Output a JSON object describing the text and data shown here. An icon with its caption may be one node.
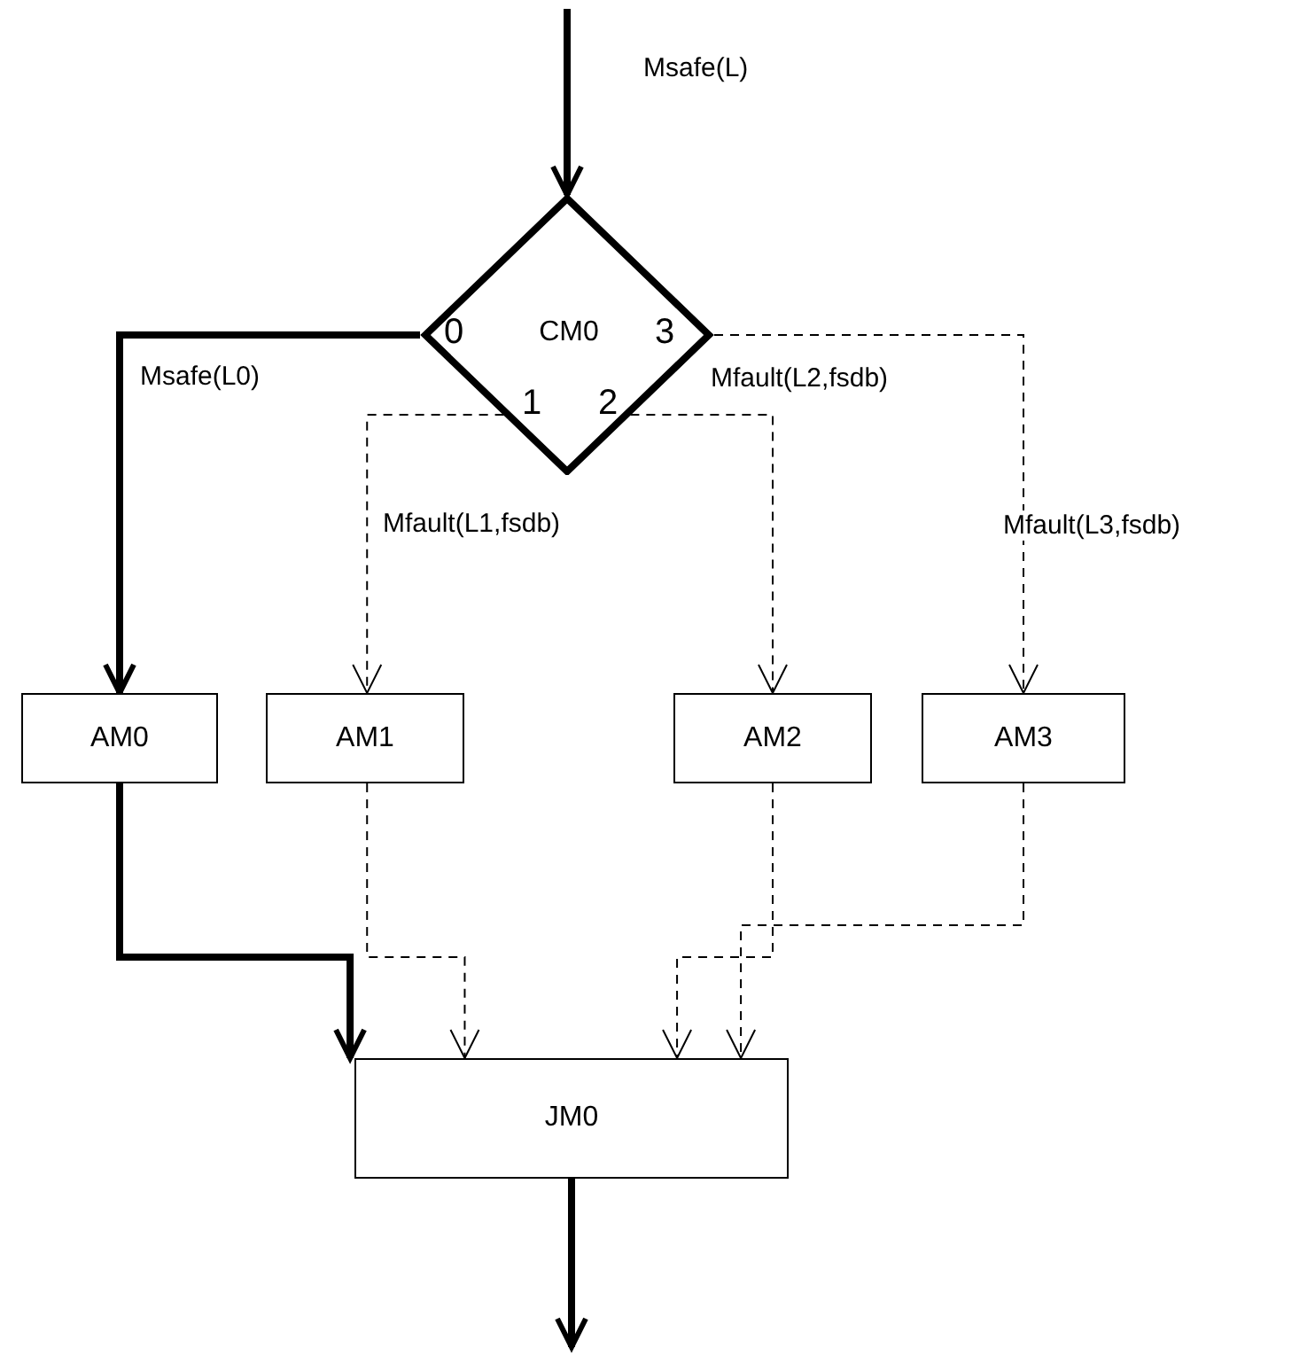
{
  "diagram": {
    "nodes": [
      {
        "text": [
          "0",
          "CM0",
          "3",
          "1",
          "2"
        ]
      },
      {
        "text": [
          "AM0"
        ]
      },
      {
        "text": [
          "AM1"
        ]
      },
      {
        "text": [
          "AM2"
        ]
      },
      {
        "text": [
          "AM3"
        ]
      },
      {
        "text": [
          "JM0"
        ]
      }
    ],
    "edges": [
      {
        "from": null,
        "to": 0,
        "arrow": "to",
        "label": "Msafe(L)",
        "style": "thick"
      },
      {
        "from": 0,
        "to": 1,
        "arrow": "to",
        "label": "Msafe(L0)",
        "style": "thick"
      },
      {
        "from": 0,
        "to": 2,
        "arrow": "to",
        "label": "Mfault(L1,fsdb)",
        "style": "dashed"
      },
      {
        "from": 0,
        "to": 3,
        "arrow": "to",
        "label": "Mfault(L2,fsdb)",
        "style": "dashed"
      },
      {
        "from": 0,
        "to": 4,
        "arrow": "to",
        "label": "Mfault(L3,fsdb)",
        "style": "dashed"
      },
      {
        "from": 1,
        "to": 5,
        "arrow": "to",
        "style": "thick"
      },
      {
        "from": 2,
        "to": 5,
        "arrow": "to",
        "style": "dashed"
      },
      {
        "from": 3,
        "to": 5,
        "arrow": "to",
        "style": "dashed"
      },
      {
        "from": 4,
        "to": 5,
        "arrow": "to",
        "style": "dashed"
      },
      {
        "from": 5,
        "to": null,
        "arrow": "to",
        "style": "thick"
      }
    ]
  }
}
